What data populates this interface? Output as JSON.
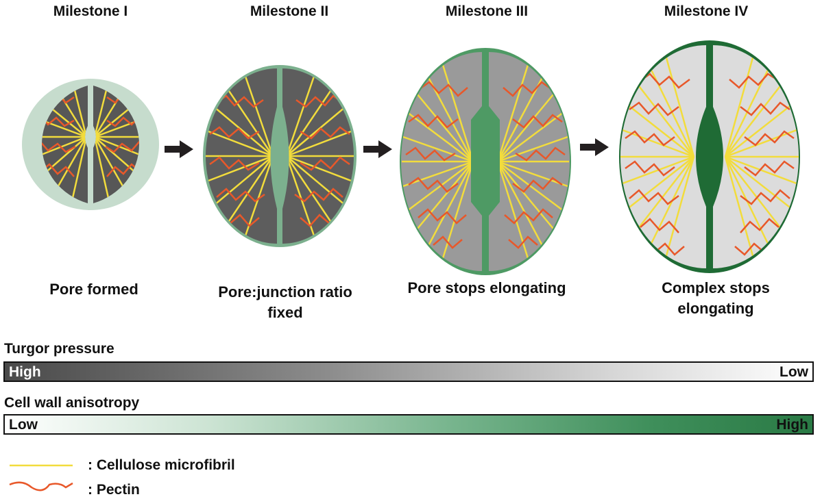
{
  "milestones": [
    {
      "title": "Milestone I",
      "caption": [
        "Pore formed"
      ]
    },
    {
      "title": "Milestone II",
      "caption": [
        "Pore:junction ratio",
        "fixed"
      ]
    },
    {
      "title": "Milestone III",
      "caption": [
        "Pore stops elongating"
      ]
    },
    {
      "title": "Milestone IV",
      "caption": [
        "Complex stops",
        "elongating"
      ]
    }
  ],
  "turgor": {
    "label": "Turgor pressure",
    "left": "High",
    "right": "Low"
  },
  "anisotropy": {
    "label": "Cell wall anisotropy",
    "left": "Low",
    "right": "High"
  },
  "legend": {
    "cellulose": ": Cellulose microfibril",
    "pectin": ": Pectin"
  },
  "colors": {
    "cellulose": "#f2dc3c",
    "pectin": "#e8582a",
    "arrow": "#231f20",
    "wall": [
      "#c6dccd",
      "#7cb08e",
      "#4e9a64",
      "#1f6b35"
    ],
    "cell_fill": [
      "#575757",
      "#5d5d5d",
      "#9a9a9a",
      "#dcdcdc"
    ]
  }
}
